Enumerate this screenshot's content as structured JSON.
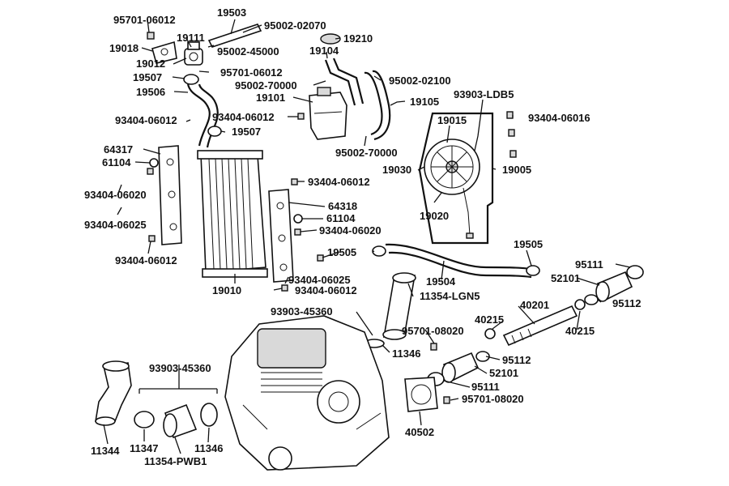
{
  "callouts": {
    "c95701_06012_a": "95701-06012",
    "c19503": "19503",
    "c95002_02070": "95002-02070",
    "c19018": "19018",
    "c19111": "19111",
    "c19210": "19210",
    "c95002_45000": "95002-45000",
    "c19104": "19104",
    "c19012": "19012",
    "c95701_06012_b": "95701-06012",
    "c19507_a": "19507",
    "c95002_70000_a": "95002-70000",
    "c95002_02100": "95002-02100",
    "c19506": "19506",
    "c19101": "19101",
    "c19105": "19105",
    "c93903_ldb5": "93903-LDB5",
    "c93404_06012_a": "93404-06012",
    "c93404_06012_b": "93404-06012",
    "c19015": "19015",
    "c93404_06016": "93404-06016",
    "c19507_b": "19507",
    "c64317": "64317",
    "c95002_70000_b": "95002-70000",
    "c61104_a": "61104",
    "c19030": "19030",
    "c19005": "19005",
    "c93404_06012_c": "93404-06012",
    "c93404_06020_a": "93404-06020",
    "c64318": "64318",
    "c19020": "19020",
    "c61104_b": "61104",
    "c93404_06025_a": "93404-06025",
    "c93404_06020_b": "93404-06020",
    "c19505_a": "19505",
    "c19505_b": "19505",
    "c93404_06012_d": "93404-06012",
    "c95111_a": "95111",
    "c93404_06025_b": "93404-06025",
    "c19504": "19504",
    "c52101_a": "52101",
    "c19010": "19010",
    "c93404_06012_e": "93404-06012",
    "c11354_lgn5": "11354-LGN5",
    "c95112_a": "95112",
    "c93903_45360_a": "93903-45360",
    "c40201": "40201",
    "c40215_a": "40215",
    "c40215_b": "40215",
    "c95701_08020_a": "95701-08020",
    "c11346_a": "11346",
    "c95112_b": "95112",
    "c93903_45360_b": "93903-45360",
    "c52101_b": "52101",
    "c95111_b": "95111",
    "c95701_08020_b": "95701-08020",
    "c40502": "40502",
    "c11344": "11344",
    "c11347": "11347",
    "c11346_b": "11346",
    "c11354_pwb1": "11354-PWB1"
  }
}
